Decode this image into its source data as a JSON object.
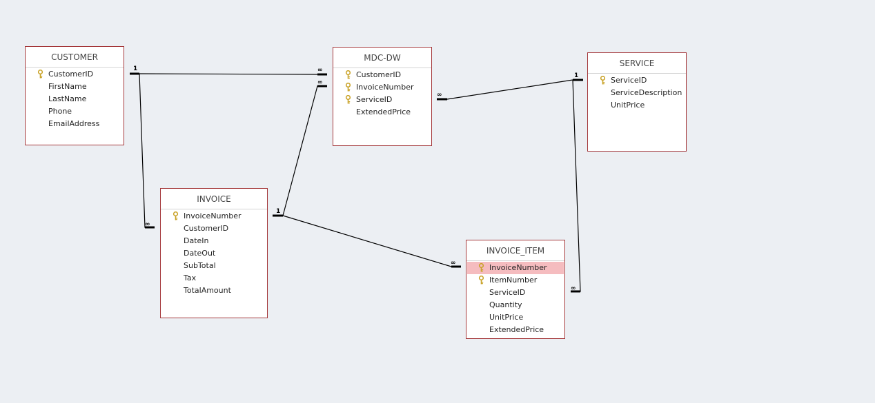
{
  "tables": [
    {
      "id": "customer",
      "title": "CUSTOMER",
      "fields": [
        {
          "name": "CustomerID",
          "key": true
        },
        {
          "name": "FirstName",
          "key": false
        },
        {
          "name": "LastName",
          "key": false
        },
        {
          "name": "Phone",
          "key": false
        },
        {
          "name": "EmailAddress",
          "key": false
        }
      ]
    },
    {
      "id": "mdc-dw",
      "title": "MDC-DW",
      "fields": [
        {
          "name": "CustomerID",
          "key": true
        },
        {
          "name": "InvoiceNumber",
          "key": true
        },
        {
          "name": "ServiceID",
          "key": true
        },
        {
          "name": "ExtendedPrice",
          "key": false
        }
      ]
    },
    {
      "id": "service",
      "title": "SERVICE",
      "fields": [
        {
          "name": "ServiceID",
          "key": true
        },
        {
          "name": "ServiceDescription",
          "key": false
        },
        {
          "name": "UnitPrice",
          "key": false
        }
      ]
    },
    {
      "id": "invoice",
      "title": "INVOICE",
      "fields": [
        {
          "name": "InvoiceNumber",
          "key": true
        },
        {
          "name": "CustomerID",
          "key": false
        },
        {
          "name": "DateIn",
          "key": false
        },
        {
          "name": "DateOut",
          "key": false
        },
        {
          "name": "SubTotal",
          "key": false
        },
        {
          "name": "Tax",
          "key": false
        },
        {
          "name": "TotalAmount",
          "key": false
        }
      ]
    },
    {
      "id": "invoice-item",
      "title": "INVOICE_ITEM",
      "fields": [
        {
          "name": "InvoiceNumber",
          "key": true,
          "selected": true
        },
        {
          "name": "ItemNumber",
          "key": true
        },
        {
          "name": "ServiceID",
          "key": false
        },
        {
          "name": "Quantity",
          "key": false
        },
        {
          "name": "UnitPrice",
          "key": false
        },
        {
          "name": "ExtendedPrice",
          "key": false
        }
      ]
    }
  ],
  "relationships": [
    {
      "id": "customer-mdcdw",
      "from": "customer",
      "to": "mdc-dw",
      "from_label": "1",
      "to_label": "∞"
    },
    {
      "id": "customer-invoice",
      "from": "customer",
      "to": "invoice",
      "from_label": "1",
      "to_label": "∞"
    },
    {
      "id": "invoice-mdcdw",
      "from": "invoice",
      "to": "mdc-dw",
      "from_label": "1",
      "to_label": "∞"
    },
    {
      "id": "invoice-invoiceitem",
      "from": "invoice",
      "to": "invoice-item",
      "from_label": "1",
      "to_label": "∞"
    },
    {
      "id": "service-mdcdw",
      "from": "service",
      "to": "mdc-dw",
      "from_label": "1",
      "to_label": "∞"
    },
    {
      "id": "service-invoiceitem",
      "from": "service",
      "to": "invoice-item",
      "from_label": "1",
      "to_label": "∞"
    }
  ],
  "colors": {
    "background": "#eceff3",
    "table_border": "#a4373a",
    "selected_row": "#f5bcbf",
    "key_icon": "#c9a227",
    "line": "#000000"
  }
}
